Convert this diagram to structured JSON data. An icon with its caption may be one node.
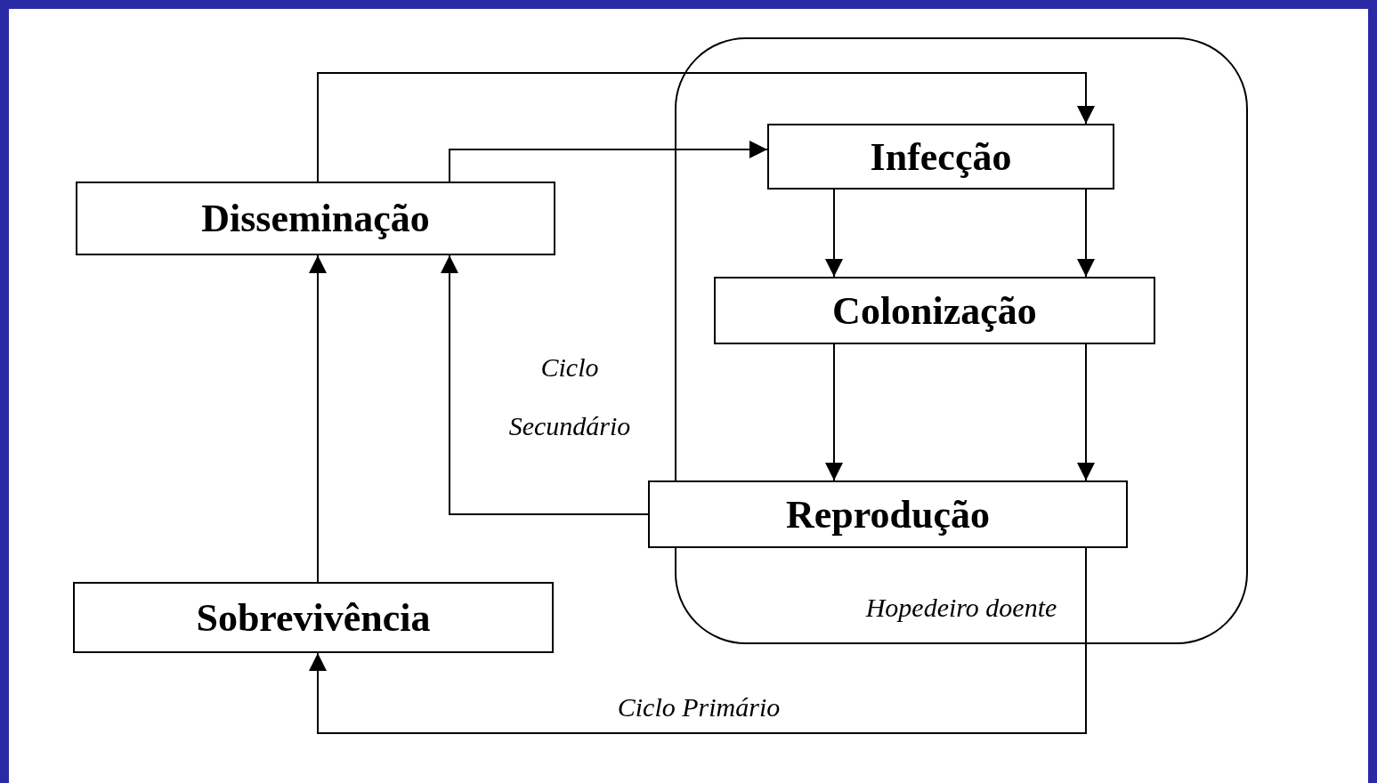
{
  "diagram": {
    "nodes": [
      {
        "text": [
          "Hopedeiro doente"
        ]
      },
      {
        "text": [
          "Infecção"
        ],
        "in": 0
      },
      {
        "text": [
          "Colonização"
        ],
        "in": 0
      },
      {
        "text": [
          "Reprodução"
        ]
      },
      {
        "text": [
          "Disseminação"
        ]
      },
      {
        "text": [
          "Sobrevivência"
        ]
      }
    ],
    "edges": [
      {
        "from": 4,
        "to": 1,
        "arrow": "to"
      },
      {
        "from": 4,
        "to": 1,
        "arrow": "to"
      },
      {
        "from": 1,
        "to": 2,
        "arrow": "to"
      },
      {
        "from": 1,
        "to": 2,
        "arrow": "to"
      },
      {
        "from": 2,
        "to": 3,
        "arrow": "to"
      },
      {
        "from": 2,
        "to": 3,
        "arrow": "to"
      },
      {
        "from": 3,
        "to": 4,
        "arrow": "to",
        "label": "Ciclo Secundário"
      },
      {
        "from": 3,
        "to": 5,
        "arrow": "to",
        "label": "Ciclo Primário"
      },
      {
        "from": 5,
        "to": 4,
        "arrow": "to"
      }
    ]
  }
}
